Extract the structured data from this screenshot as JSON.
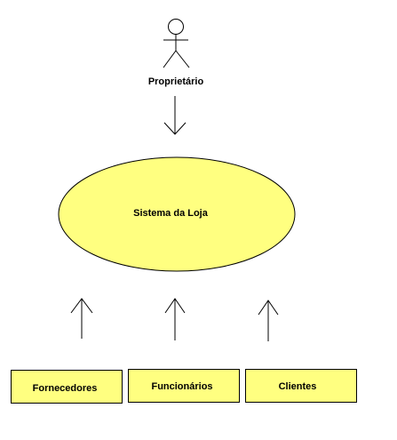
{
  "diagram": {
    "actor_label": "Proprietário",
    "system_label": "Sistema da Loja",
    "boxes": [
      {
        "label": "Fornecedores"
      },
      {
        "label": "Funcionários"
      },
      {
        "label": "Clientes"
      }
    ]
  },
  "colors": {
    "fill": "#FFFF80",
    "stroke": "#000000",
    "background": "#FFFFFF"
  }
}
